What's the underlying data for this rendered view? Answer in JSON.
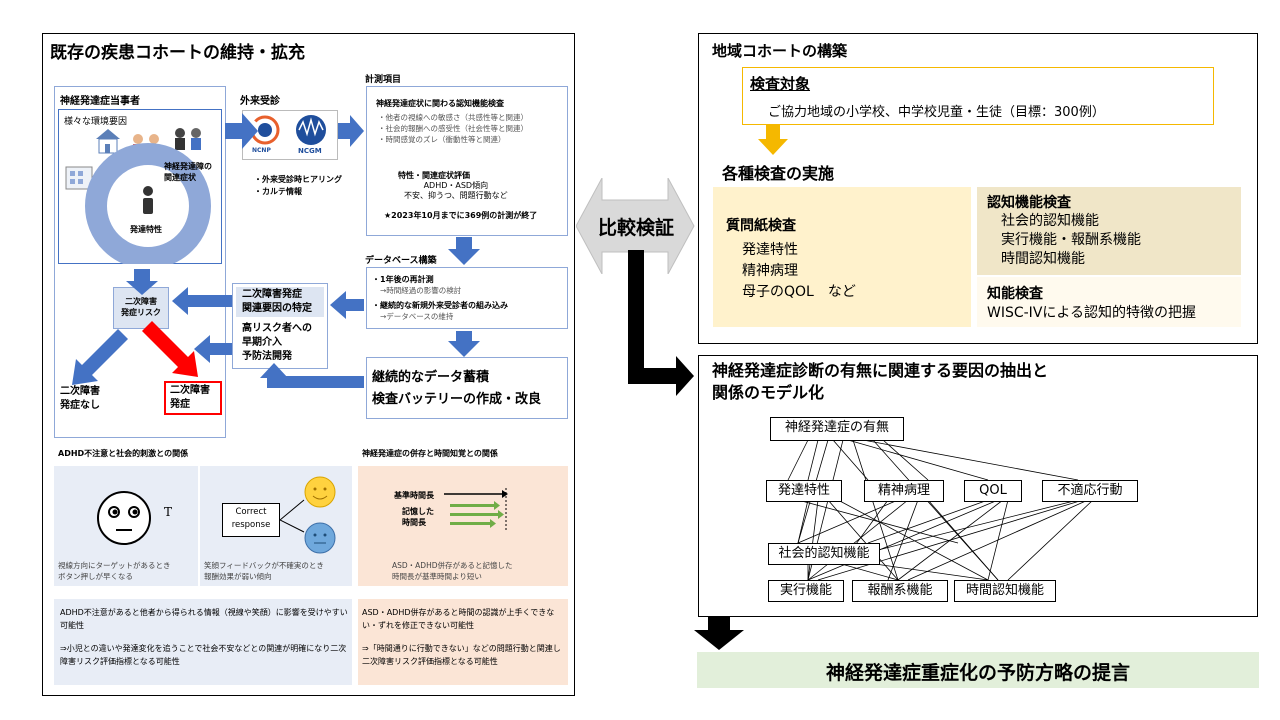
{
  "left": {
    "title": "既存の疾患コホートの維持・拡充",
    "subject": {
      "label": "神経発達症当事者",
      "env_label": "様々な環境要因",
      "symptoms_label": "神経発達障の\n関連症状",
      "trait_label": "発達特性"
    },
    "outpatient": {
      "label": "外来受診",
      "logo1": "NCNP",
      "logo2": "NCGM",
      "items": "・外来受診時ヒアリング\n・カルテ情報"
    },
    "measurement": {
      "label": "計測項目",
      "heading": "神経発達症状に関わる認知機能検査",
      "items": "・他者の視線への敏感さ（共感性等と関連）\n・社会的報酬への感受性（社会性等と関連）\n・時間感覚のズレ（衝動性等と関連）",
      "eval_heading": "特性・関連症状評価",
      "eval_items": "ADHD・ASD傾向\n不安、抑うつ、問題行動など",
      "note": "★2023年10月までに369例の計測が終了"
    },
    "database": {
      "label": "データベース構築",
      "item1": "・1年後の再計測",
      "item1_sub": "→時間経過の影響の検討",
      "item2": "・継続的な新規外来受診者の組み込み",
      "item2_sub": "→データベースの維持"
    },
    "risk": {
      "label": "二次障害\n発症リスク",
      "no_onset": "二次障害\n発症なし",
      "onset": "二次障害\n発症"
    },
    "secondary_factors": "二次障害発症\n関連要因の特定",
    "high_risk": "高リスク者への\n早期介入\n予防法開発",
    "continuous": "継続的なデータ蓄積\n検査バッテリーの作成・改良",
    "adhd": {
      "title": "ADHD不注意と社会的刺激との関係",
      "t_label": "T",
      "caption1": "視線方向にターゲットがあるとき\nボタン押しが早くなる",
      "correct_response": "Correct\nresponse",
      "caption2": "笑顔フィードバックが不確実のとき\n報酬効果が弱い傾向",
      "conclusion1": "ADHD不注意があると他者から得られる情報（視線や笑顔）に影響を受けやすい可能性",
      "conclusion2": "⇒小児との違いや発達変化を追うことで社会不安などとの関連が明確になり二次障害リスク評価指標となる可能性"
    },
    "time": {
      "title": "神経発達症の併存と時間知覚との関係",
      "base_label": "基準時間長",
      "memory_label": "記憶した\n時間長",
      "caption": "ASD・ADHD併存があると記憶した\n時間長が基準時間より短い",
      "conclusion1": "ASD・ADHD併存があると時間の認識が上手くできない・ずれを修正できない可能性",
      "conclusion2": "⇒「時間通りに行動できない」などの問題行動と関連し二次障害リスク評価指標となる可能性"
    }
  },
  "compare_label": "比較検証",
  "right": {
    "title": "地域コホートの構築",
    "target_heading": "検査対象",
    "target_text": "ご協力地域の小学校、中学校児童・生徒（目標：300例）",
    "exam_heading": "各種検査の実施",
    "questionnaire": {
      "heading": "質問紙検査",
      "items": "発達特性\n精神病理\n母子のQOL　など"
    },
    "cognitive": {
      "heading": "認知機能検査",
      "items": "社会的認知機能\n実行機能・報酬系機能\n時間認知機能"
    },
    "intelligence": {
      "heading": "知能検査",
      "text": "WISC-IVによる認知的特徴の把握"
    }
  },
  "model": {
    "title": "神経発達症診断の有無に関連する要因の抽出と\n関係のモデル化",
    "nodes": {
      "diagnosis": "神経発達症の有無",
      "trait": "発達特性",
      "psycho": "精神病理",
      "qol": "QOL",
      "maladaptive": "不適応行動",
      "social": "社会的認知機能",
      "executive": "実行機能",
      "reward": "報酬系機能",
      "time": "時間認知機能"
    }
  },
  "proposal": "神経発達症重症化の予防方略の提言",
  "colors": {
    "arrow_blue": "#4472c4",
    "arrow_red": "#ff0000",
    "gold": "#f5b800",
    "cream": "#fff2cc",
    "beige": "#f0e6c8",
    "peach": "#fbe5d6",
    "lightblue": "#e8edf6",
    "green": "#e2efda"
  }
}
